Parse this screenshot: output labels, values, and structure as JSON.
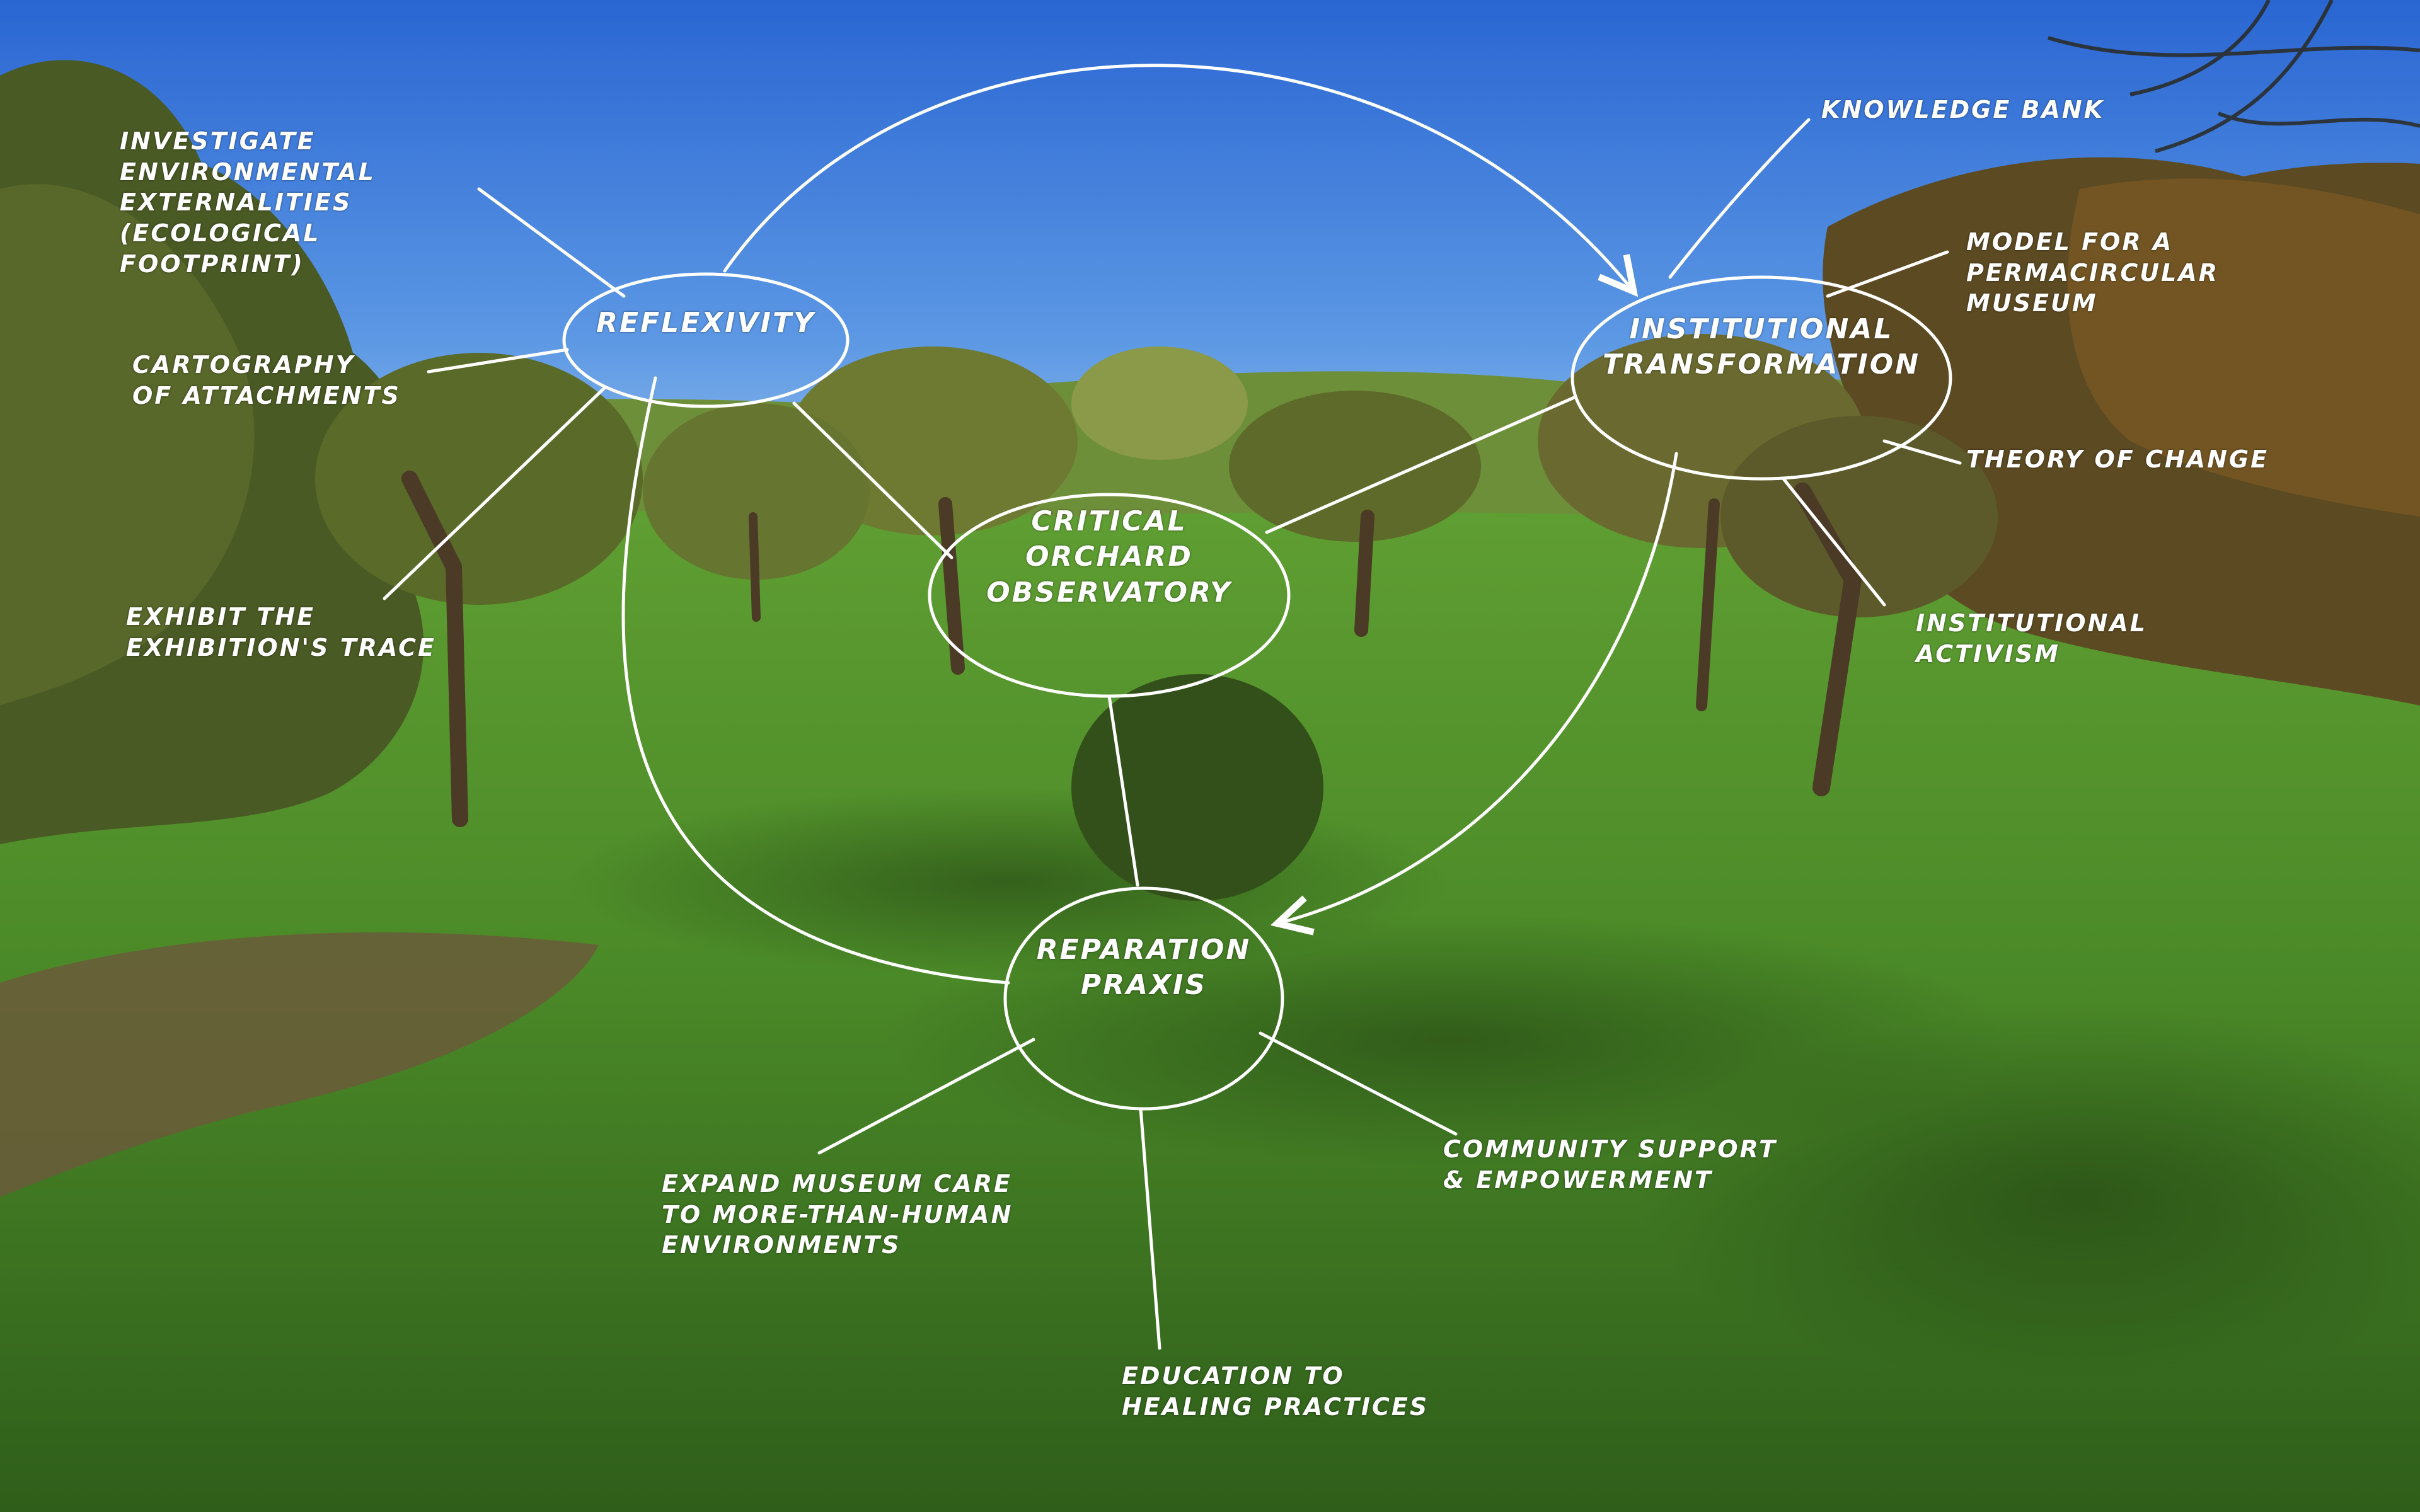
{
  "nodes": {
    "reflexivity": "REFLEXIVITY",
    "observatory": "CRITICAL\nORCHARD\nOBSERVATORY",
    "institutional": "INSTITUTIONAL\nTRANSFORMATION",
    "reparation": "REPARATION\nPRAXIS"
  },
  "annotations": {
    "investigate": "INVESTIGATE\nENVIRONMENTAL\nEXTERNALITIES\n(ECOLOGICAL FOOTPRINT)",
    "cartography": "CARTOGRAPHY\nOF ATTACHMENTS",
    "exhibit": "EXHIBIT THE\nEXHIBITION'S TRACE",
    "knowledge": "KNOWLEDGE BANK",
    "model": "MODEL FOR A\nPERMACIRCULAR\nMUSEUM",
    "theory": "THEORY OF CHANGE",
    "activism": "INSTITUTIONAL\nACTIVISM",
    "expand": "EXPAND MUSEUM CARE\nTO MORE-THAN-HUMAN\nENVIRONMENTS",
    "education": "EDUCATION TO\nHEALING PRACTICES",
    "community": "COMMUNITY SUPPORT\n& EMPOWERMENT"
  },
  "colors": {
    "ink": "#ffffff",
    "sky_top": "#2f6fd6",
    "sky_bottom": "#8fc0ee",
    "grass": "#4f8a2b"
  }
}
